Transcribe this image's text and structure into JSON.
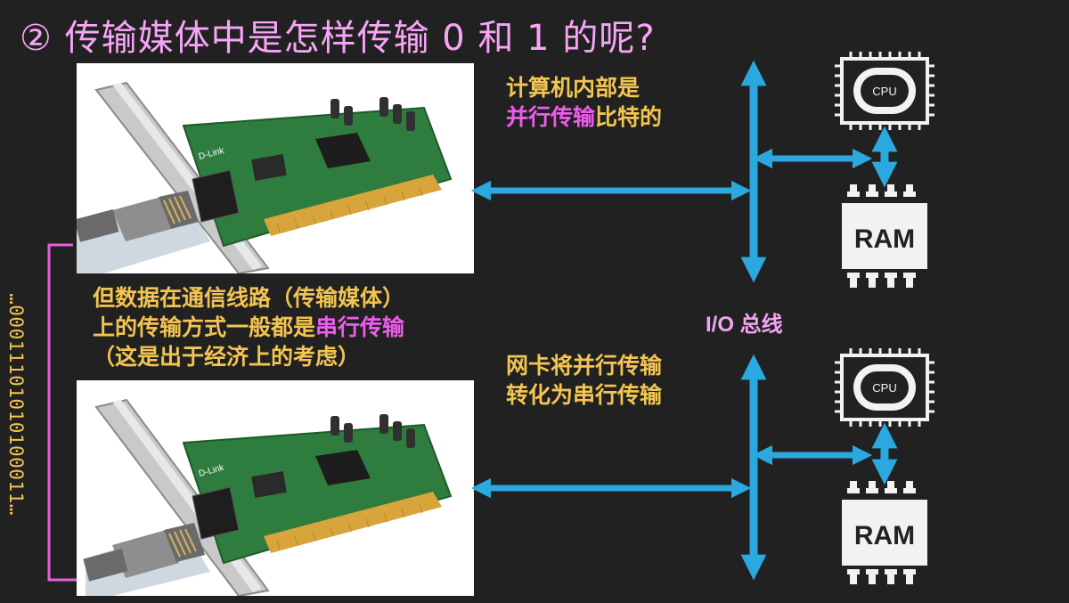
{
  "title": "② 传输媒体中是怎样传输 0 和 1 的呢?",
  "notes": {
    "internal_line1": "计算机内部是",
    "internal_line2_highlight": "并行传输",
    "internal_line2_rest": "比特的",
    "serial_line1": "但数据在通信线路（传输媒体）",
    "serial_line2_prefix": "上的传输方式一般都是",
    "serial_line2_highlight": "串行传输",
    "serial_line3": "（这是出于经济上的考虑）",
    "nic_line1": "网卡将并行传输",
    "nic_line2": "转化为串行传输"
  },
  "bus_label": "I/O 总线",
  "bit_stream": "…00011101010100011…",
  "chips": {
    "cpu_label": "CPU",
    "ram_label": "RAM"
  },
  "nic_brand": "D-Link",
  "colors": {
    "background": "#222121",
    "title": "#f7a6f7",
    "note": "#f2c552",
    "highlight": "#ee5cee",
    "arrow": "#2ba8e0",
    "cable_line": "#e75fd9",
    "pcb": "#2f7d3e"
  }
}
